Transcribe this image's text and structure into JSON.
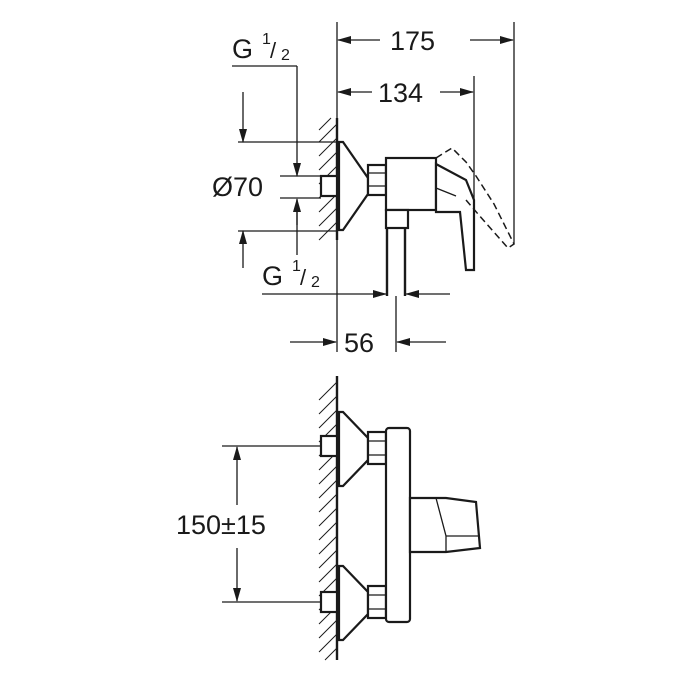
{
  "dimensions": {
    "overall_depth": "175",
    "depth_to_outlet": "134",
    "inlet_thread_top": {
      "base": "G",
      "num": "1",
      "den": "2"
    },
    "escutcheon_diameter": "Ø70",
    "outlet_thread": {
      "base": "G",
      "num": "1",
      "den": "2"
    },
    "outlet_offset": "56",
    "inlet_spacing": "150±15"
  }
}
